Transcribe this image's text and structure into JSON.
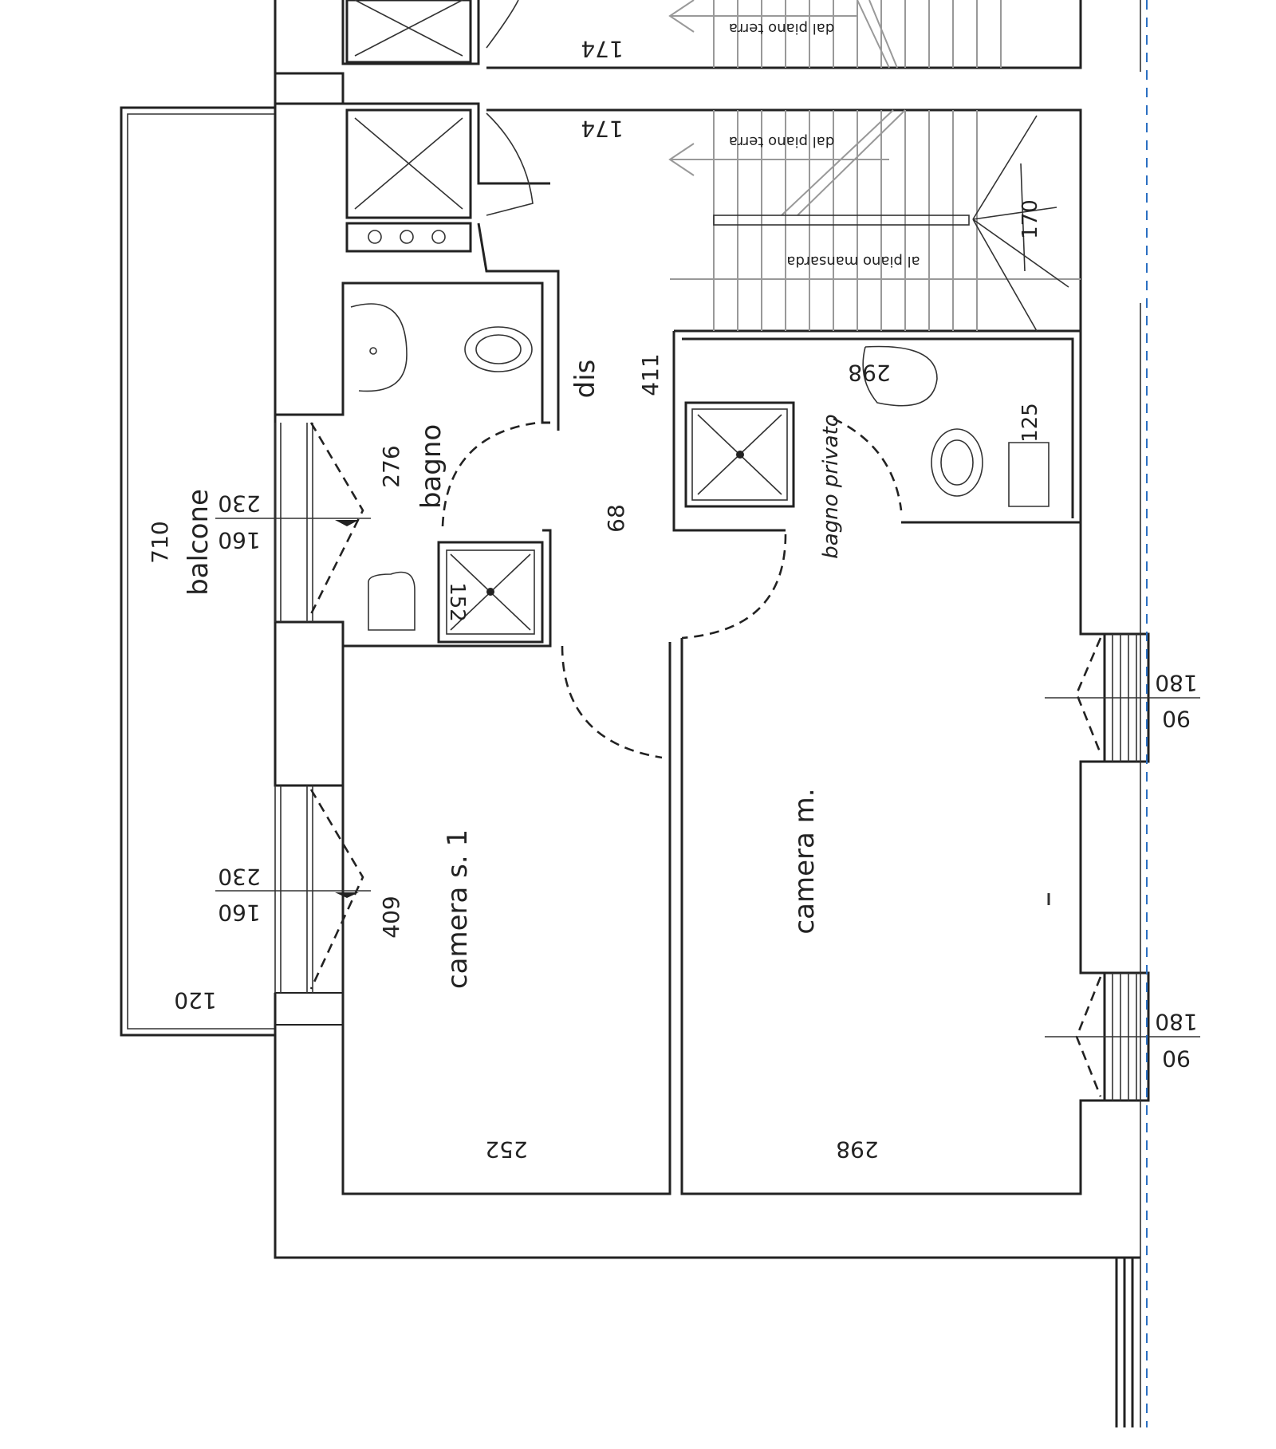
{
  "rooms": {
    "balcone": "balcone",
    "bagno": "bagno",
    "dis": "dis",
    "bagno_privato": "bagno privato",
    "camera_s1": "camera s. 1",
    "camera_m": "camera m."
  },
  "stairs": {
    "dal_piano_terra_top": "dal piano terra",
    "dal_piano_terra_mid": "dal piano terra",
    "al_piano_mansarda": "al piano mansarda"
  },
  "dimensions": {
    "d710": "710",
    "d276": "276",
    "d68": "68",
    "d411": "411",
    "d174_top": "174",
    "d174_mid": "174",
    "d170": "170",
    "d298_bath": "298",
    "d125": "125",
    "d152": "152",
    "d409": "409",
    "d252": "252",
    "d298_room": "298",
    "d120": "120"
  },
  "windows": {
    "w1_h": "230",
    "w1_w": "160",
    "w2_h": "230",
    "w2_w": "160",
    "w3_h": "180",
    "w3_w": "90",
    "w4_h": "180",
    "w4_w": "90"
  },
  "colors": {
    "line": "#222222",
    "stair": "#999999",
    "edge_dash": "#2b6fc2"
  }
}
